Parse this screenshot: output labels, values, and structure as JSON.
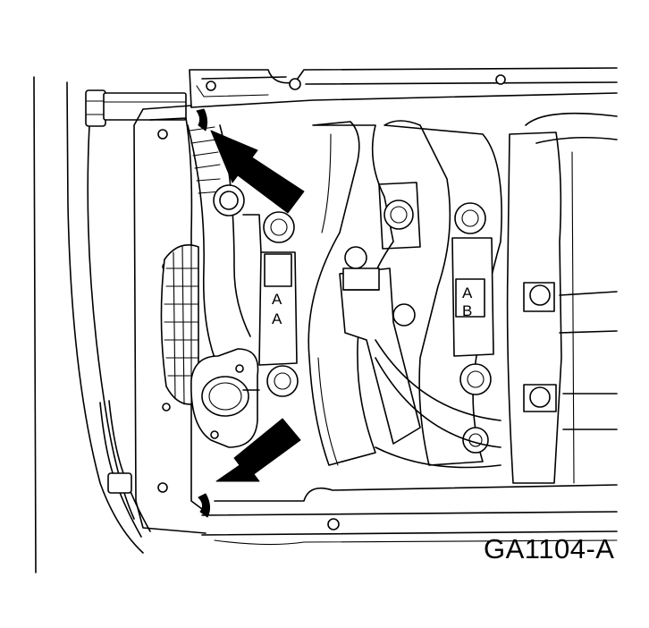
{
  "figure_id": "GA1104-A",
  "cap_labels": [
    {
      "name": "cap-label-aa-top",
      "text": "A"
    },
    {
      "name": "cap-label-aa-bottom",
      "text": "A"
    },
    {
      "name": "cap-label-ab-top",
      "text": "A"
    },
    {
      "name": "cap-label-ab-bottom",
      "text": "B"
    }
  ],
  "callouts": [
    "upper-arrow",
    "lower-arrow"
  ]
}
